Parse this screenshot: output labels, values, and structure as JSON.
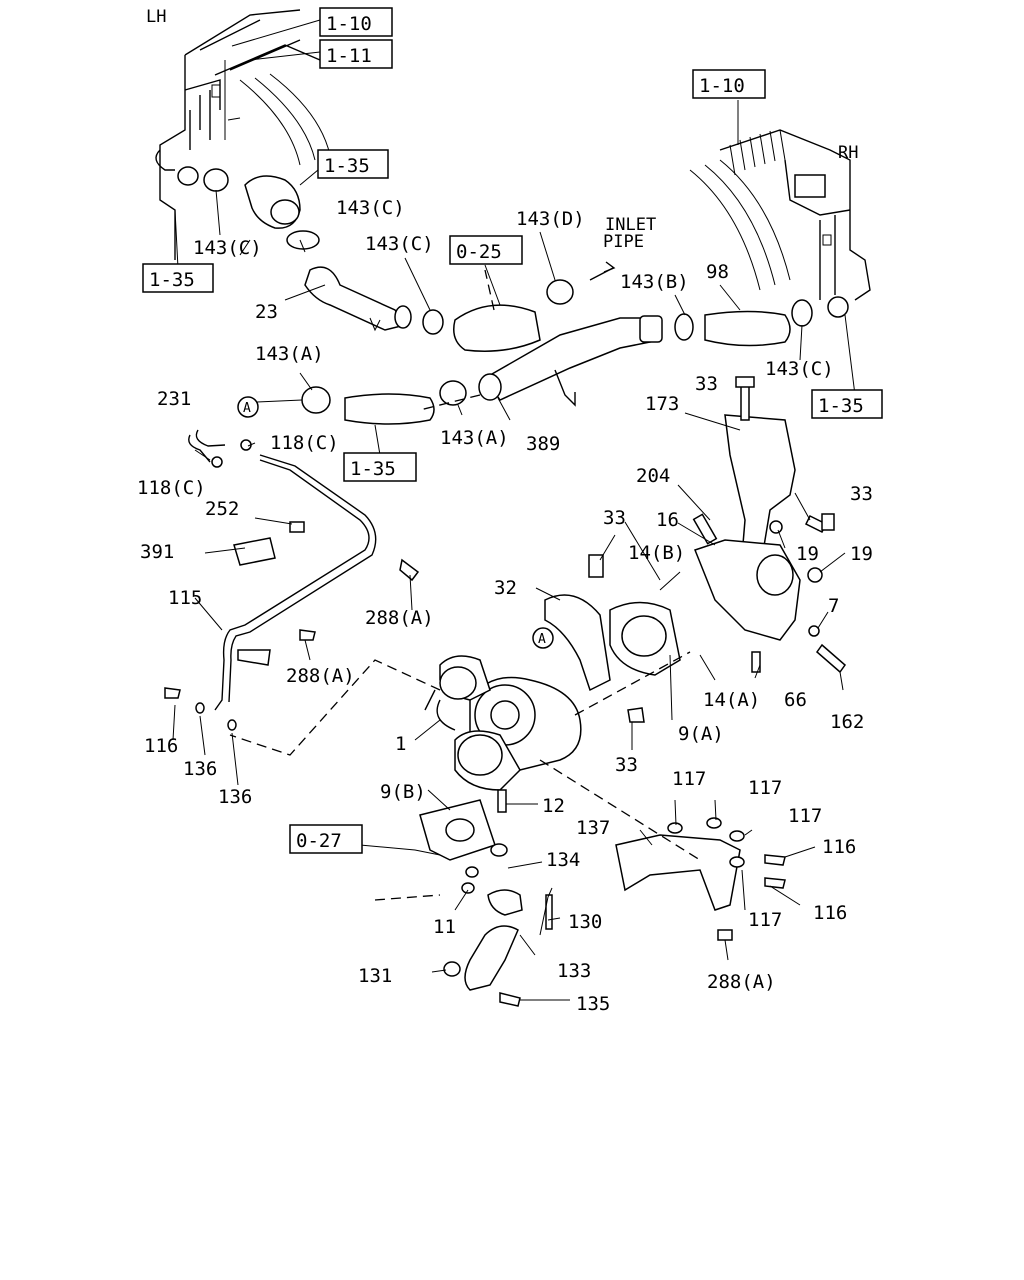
{
  "sides": {
    "left": "LH",
    "right": "RH"
  },
  "inlet_pipe": [
    "INLET",
    "PIPE"
  ],
  "circle_ref": "A",
  "boxes": [
    "1-10",
    "1-11",
    "1-35",
    "1-35",
    "0-25",
    "1-10",
    "1-35",
    "1-35",
    "0-27"
  ],
  "labels": [
    "143(C)",
    "143(C)",
    "143(C)",
    "143(D)",
    "143(B)",
    "98",
    "143(C)",
    "23",
    "143(A)",
    "231",
    "118(C)",
    "118(C)",
    "143(A)",
    "389",
    "33",
    "173",
    "204",
    "33",
    "252",
    "33",
    "16",
    "19",
    "19",
    "391",
    "14(B)",
    "32",
    "115",
    "288(A)",
    "7",
    "288(A)",
    "14(A)",
    "66",
    "162",
    "1",
    "9(A)",
    "116",
    "136",
    "136",
    "33",
    "9(B)",
    "12",
    "117",
    "117",
    "117",
    "137",
    "116",
    "134",
    "116",
    "11",
    "130",
    "117",
    "133",
    "131",
    "288(A)",
    "135"
  ]
}
